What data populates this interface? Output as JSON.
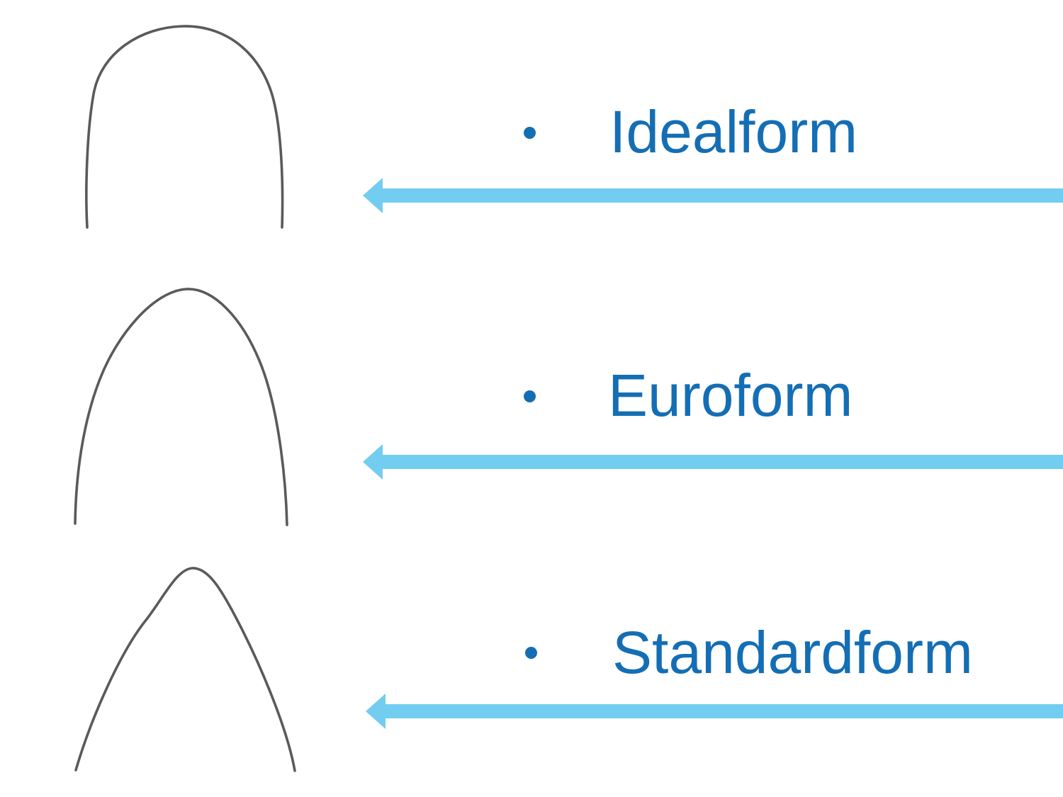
{
  "slide": {
    "items": [
      {
        "label": "Idealform",
        "shape": "broad U-shaped archwire"
      },
      {
        "label": "Euroform",
        "shape": "tapered narrow archwire"
      },
      {
        "label": "Standardform",
        "shape": "splayed straight-leg archwire"
      }
    ],
    "colors": {
      "label_text": "#146eb4",
      "bullet": "#146eb4",
      "arrow": "#72cdf0",
      "wire": "#5a5a5a",
      "background": "#ffffff"
    }
  }
}
